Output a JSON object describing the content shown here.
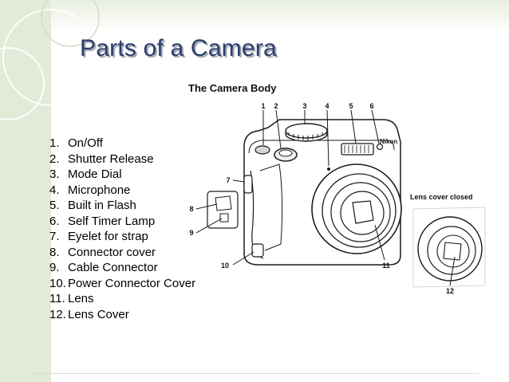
{
  "slide": {
    "title": "Parts of a Camera"
  },
  "parts": [
    {
      "num": "1.",
      "label": "On/Off"
    },
    {
      "num": "2.",
      "label": "Shutter Release"
    },
    {
      "num": "3.",
      "label": "Mode Dial"
    },
    {
      "num": "4.",
      "label": "Microphone"
    },
    {
      "num": "5.",
      "label": "Built in Flash"
    },
    {
      "num": "6.",
      "label": "Self Timer Lamp"
    },
    {
      "num": "7.",
      "label": "Eyelet for strap"
    },
    {
      "num": "8.",
      "label": "Connector cover"
    },
    {
      "num": "9.",
      "label": "Cable Connector"
    },
    {
      "num": "10.",
      "label": "Power Connector Cover"
    },
    {
      "num": "11.",
      "label": "Lens"
    },
    {
      "num": "12.",
      "label": "Lens Cover"
    }
  ],
  "diagram": {
    "heading": "The Camera Body",
    "inset_label": "Lens cover closed",
    "brand": "Nikon",
    "callouts": [
      "1",
      "2",
      "3",
      "4",
      "5",
      "6",
      "7",
      "8",
      "9",
      "10",
      "11",
      "12"
    ]
  },
  "colors": {
    "title": "#2c3e6b",
    "accent_band": "#e3ead8",
    "line_art": "#1a1a1a"
  }
}
